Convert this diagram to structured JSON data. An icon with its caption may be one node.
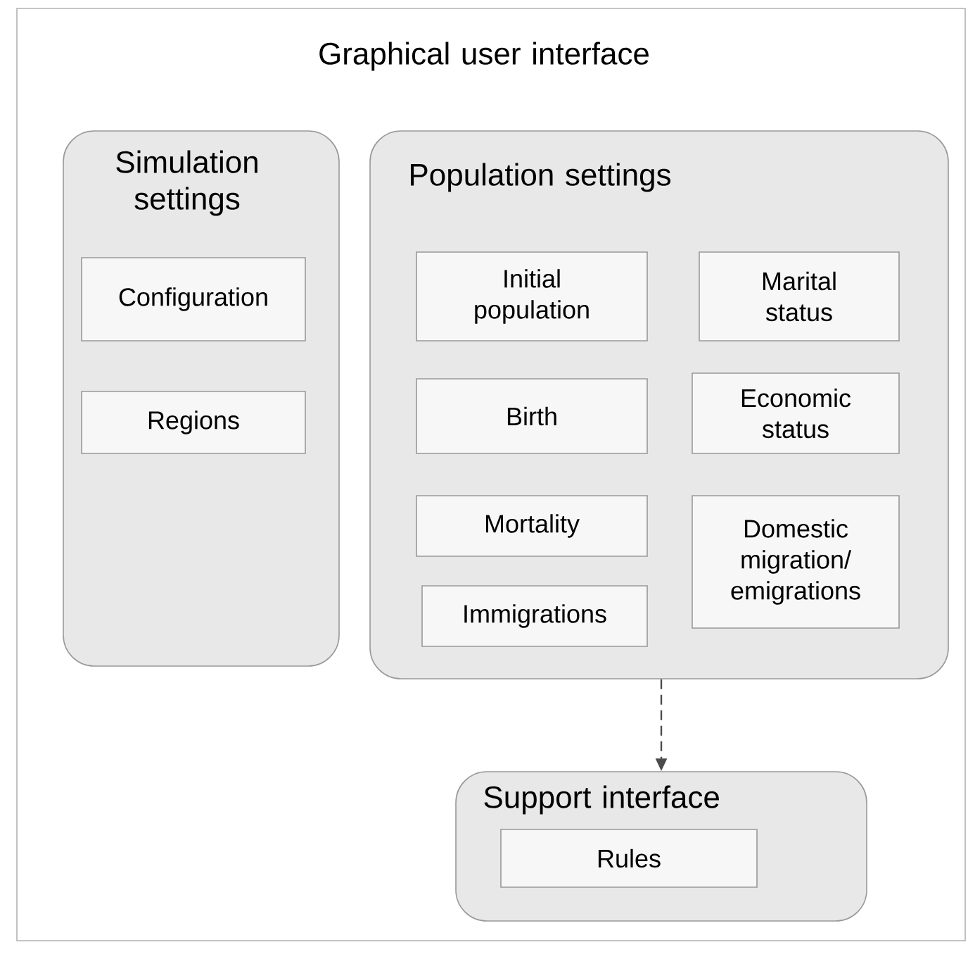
{
  "diagram": {
    "nodes": [
      {
        "text": [
          "Graphical user interface"
        ]
      },
      {
        "text": [
          "Simulation settings"
        ],
        "in": 0
      },
      {
        "text": [
          "Configuration"
        ],
        "in": 1
      },
      {
        "text": [
          "Regions"
        ],
        "in": 1
      },
      {
        "text": [
          "Population settings"
        ],
        "in": 0
      },
      {
        "text": [
          "Initial population"
        ],
        "in": 4
      },
      {
        "text": [
          "Marital status"
        ],
        "in": 4
      },
      {
        "text": [
          "Birth"
        ],
        "in": 4
      },
      {
        "text": [
          "Economic status"
        ],
        "in": 4
      },
      {
        "text": [
          "Mortality"
        ],
        "in": 4
      },
      {
        "text": [
          "Domestic migration/ emigrations"
        ],
        "in": 4
      },
      {
        "text": [
          "Immigrations"
        ],
        "in": 4
      },
      {
        "text": [
          "Support interface"
        ],
        "in": 0
      },
      {
        "text": [
          "Rules"
        ],
        "in": 12
      }
    ],
    "edges": [
      {
        "from": 4,
        "to": 12,
        "arrow": "to",
        "style": "dashed"
      }
    ]
  }
}
